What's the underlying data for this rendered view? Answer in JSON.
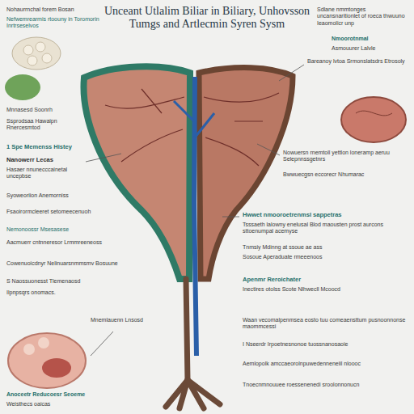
{
  "diagram": {
    "title": "Unceant Utlalim Biliar in Biliary, Unhovsson Tumgs and Artlecmin Syren Sysm",
    "labels": [
      "Nohaurrnchal forem Bosan",
      "Nefwemrearmis rtoouny in Toromorin Inrtrseselvos",
      "Sdlane nmmtonges uncansnaritionlet of roeca thwuuno Ieaomolicr unp",
      "Nmoorotnmal",
      "Asmouurer Lalvle",
      "Bareanoy lvtoa Srmonslatsdrs Etrosoly",
      "Nowuersn rnemtoll yettlon loneramp aeruu Selepnnssgetnrs",
      "Bwwuecgsn eccorecr Nhumarac",
      "Hwwet nmooroetrenmsl sappetras",
      "Tsssaeth lalowny enelusal Blod maousten prost aurcons sttoenumpal acemyse",
      "Tnmsiy Mdinng at ssoue ae ass",
      "Sosoue Aperaduate rmeeenoos",
      "Apenmr Reroichater",
      "Inectires otolss Scote Nlhwecll Mcoocd",
      "Waan vecomalpenmsea eosto tuu comeaensttum pusnoonnonse maommcessi",
      "I Nseerdr Irpoetnesnonoe tuossnanosaoie",
      "Aemlopolk amccaeorolnpuwedenneneiil nloooc",
      "Tnoecnmnouuee roessenenedi sroolonnonucn",
      "Mnnasesd Soonrh",
      "Ssprodsaa Hawaipn Rnercesmtod",
      "1 Spe Memenss Histey",
      "Nanowerr Lecas",
      "Hasaer nnunecccainetal uncepbse",
      "Syoweoriion Anemorniss",
      "Fsaoirormcleeret setomeecenuoh",
      "Nemonoossr Msesasese",
      "Aacmuerr cntnneresor Lrmmreeneoss",
      "Cowenuoicdnyr Nelinuarsnmmsmv Bosuune",
      "S Naossuonesst Tlemenaosd",
      "Ilpnpsqrs onomacs.",
      "Anoceetr Reducoesr Seoeme",
      "Weisthecs oaicas",
      "Mnemlauenn Lnsosd"
    ]
  }
}
